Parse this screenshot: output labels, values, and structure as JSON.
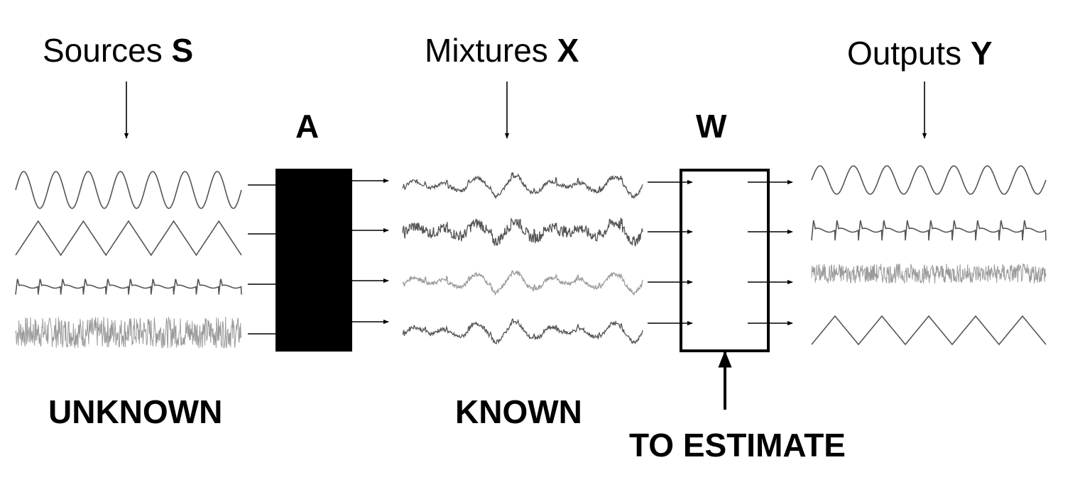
{
  "headers": {
    "sources": {
      "text": "Sources ",
      "symbol": "S"
    },
    "mixtures": {
      "text": "Mixtures ",
      "symbol": "X"
    },
    "outputs": {
      "text": "Outputs ",
      "symbol": "Y"
    }
  },
  "matrices": {
    "mixing": "A",
    "unmixing": "W"
  },
  "status": {
    "unknown": "UNKNOWN",
    "known": "KNOWN",
    "estimate": "TO ESTIMATE"
  },
  "signals": {
    "sources": [
      "sine",
      "triangle",
      "spiky",
      "noise"
    ],
    "mixtures": [
      "mixture",
      "mixture-noisy",
      "mixture-light",
      "mixture"
    ],
    "outputs": [
      "sine",
      "spiky",
      "noise",
      "triangle"
    ]
  },
  "colors": {
    "signal": "#555555",
    "signal_light": "#9a9a9a",
    "mixing_box_fill": "#000000"
  }
}
